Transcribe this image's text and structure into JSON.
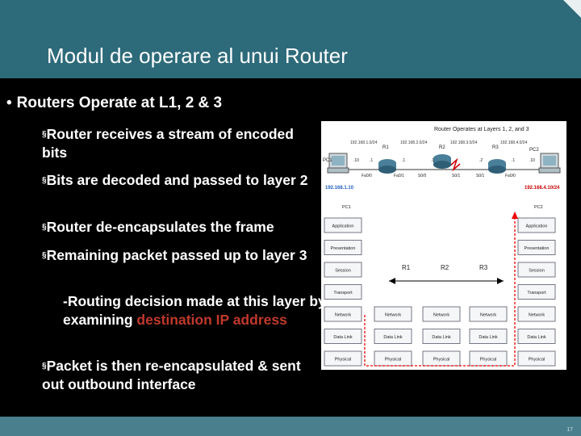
{
  "title": "Modul de operare al unui Router",
  "bullet": "Routers Operate at L1, 2 & 3",
  "items": [
    "Router receives a stream of encoded bits",
    "Bits are decoded and passed to layer 2",
    "Router de-encapsulates the frame",
    "Remaining packet passed up to layer 3"
  ],
  "routing_pre": "-Routing decision made at this layer by examining ",
  "routing_hl": "destination IP address",
  "item_last": "Packet is then re-encapsulated & sent out outbound interface",
  "page_number": "17",
  "colors": {
    "header": "#2d6a7a",
    "footer": "#4a7f8e",
    "highlight": "#c0392b"
  },
  "diagram": {
    "title": "Router Operates at Layers 1, 2, and 3",
    "networks": [
      "192.168.1.0/24",
      "192.168.2.0/24",
      "192.168.3.0/24",
      "192.168.4.0/24"
    ],
    "routers": [
      "R1",
      "R2",
      "R3"
    ],
    "pcs": [
      "PC1",
      "PC2"
    ],
    "interfaces": [
      "Fa0/0",
      "Fa0/1",
      "S0/0",
      "S0/1",
      "S0/1",
      "Fa0/0"
    ],
    "host_ids": [
      ".10",
      ".1",
      ".1",
      ".1",
      ".2",
      ".1",
      ".10"
    ],
    "pc1_ip": "192.168.1.10",
    "pc2_ip": "192.168.4.10/24",
    "layers": [
      "Application",
      "Presentation",
      "Session",
      "Transport",
      "Network",
      "Data Link",
      "Physical"
    ],
    "router_layers": [
      "Network",
      "Data Link",
      "Physical"
    ]
  }
}
